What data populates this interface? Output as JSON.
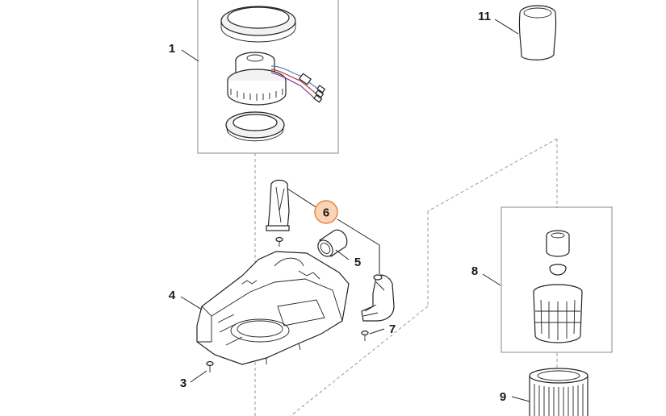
{
  "callouts": {
    "c1": "1",
    "c3": "3",
    "c4": "4",
    "c5": "5",
    "c6": "6",
    "c7": "7",
    "c8": "8",
    "c9": "9",
    "c11": "11"
  },
  "highlight": {
    "callout": "6",
    "fill_color": "#fbd3b5",
    "stroke_color": "#e8843c"
  },
  "wire_colors": [
    "#4a7fc1",
    "#c0392b",
    "#7f3f98",
    "#888888"
  ]
}
